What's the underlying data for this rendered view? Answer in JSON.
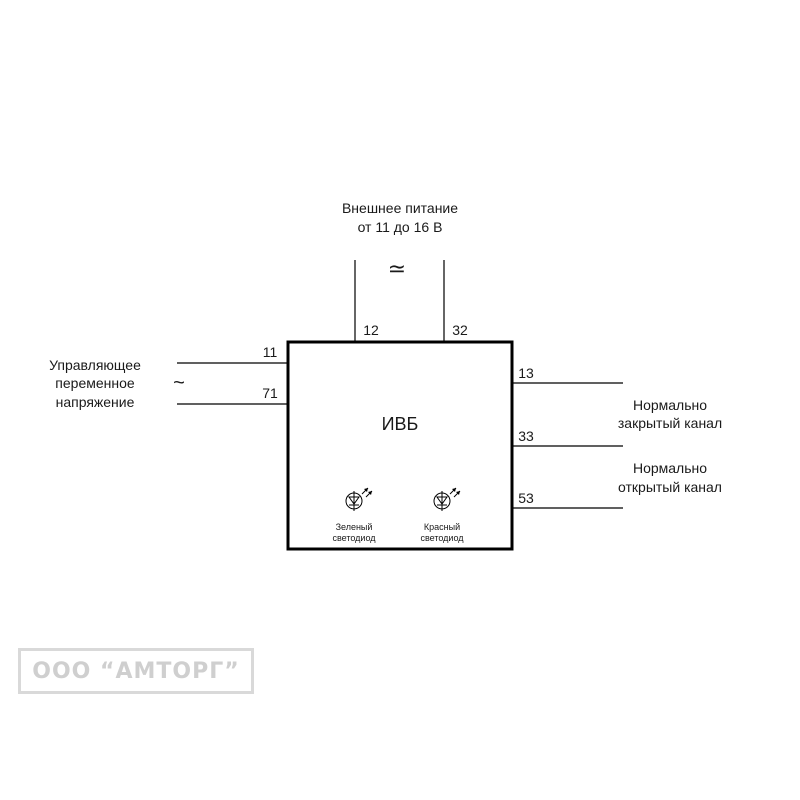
{
  "diagram": {
    "block_label": "ИВБ",
    "power": {
      "line1": "Внешнее питание",
      "line2": "от 11 до 16 В",
      "symbol": "≃"
    },
    "control": {
      "line1": "Управляющее",
      "line2": "переменное",
      "line3": "напряжение",
      "symbol": "~"
    },
    "pins": {
      "p11": "11",
      "p71": "71",
      "p12": "12",
      "p32": "32",
      "p13": "13",
      "p33": "33",
      "p53": "53"
    },
    "outputs": {
      "nc_line1": "Нормально",
      "nc_line2": "закрытый канал",
      "no_line1": "Нормально",
      "no_line2": "открытый канал"
    },
    "leds": {
      "green_line1": "Зеленый",
      "green_line2": "светодиод",
      "red_line1": "Красный",
      "red_line2": "светодиод"
    }
  },
  "watermark": {
    "text": "ООО “АМТОРГ”",
    "color": "#cfcfcf"
  }
}
